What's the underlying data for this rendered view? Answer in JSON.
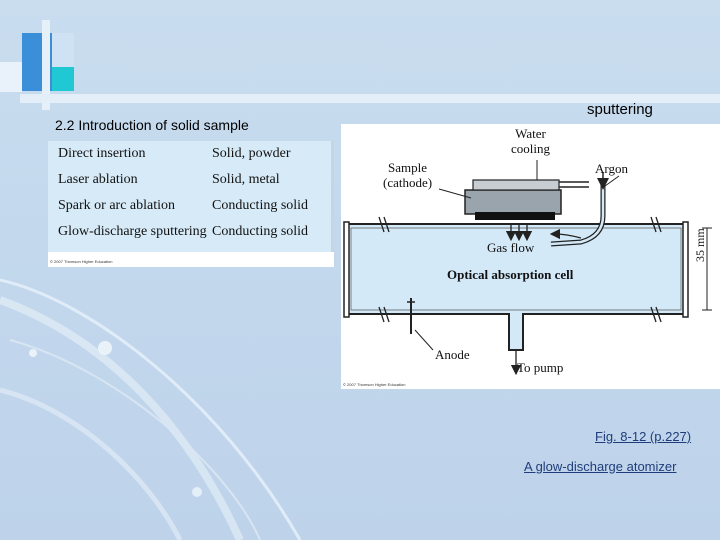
{
  "slide": {
    "heading_left": "2.2 Introduction of solid sample",
    "heading_right": "sputtering",
    "caption_figure": "Fig. 8-12 (p.227)",
    "caption_title": "A glow-discharge atomizer"
  },
  "table": {
    "rows": [
      {
        "method": "Direct insertion",
        "sample": "Solid, powder"
      },
      {
        "method": "Laser ablation",
        "sample": "Solid, metal"
      },
      {
        "method": "Spark or arc ablation",
        "sample": "Conducting solid"
      },
      {
        "method": "Glow-discharge sputtering",
        "sample": "Conducting solid"
      }
    ],
    "copyright": "© 2007 Thomson Higher Education"
  },
  "diagram": {
    "water_cooling": "Water\ncooling",
    "sample": "Sample\n(cathode)",
    "argon": "Argon",
    "gas_flow": "Gas flow",
    "cell": "Optical absorption cell",
    "dimension": "35 mm",
    "anode": "Anode",
    "pump": "To pump",
    "copyright": "© 2007 Thomson Higher Education"
  },
  "colors": {
    "background": "#c5d9ee",
    "cell_fill": "#d3e9f8",
    "caption": "#1f3d7a",
    "deco_blue": "#3a8fd6",
    "deco_teal": "#1ec6cf"
  }
}
